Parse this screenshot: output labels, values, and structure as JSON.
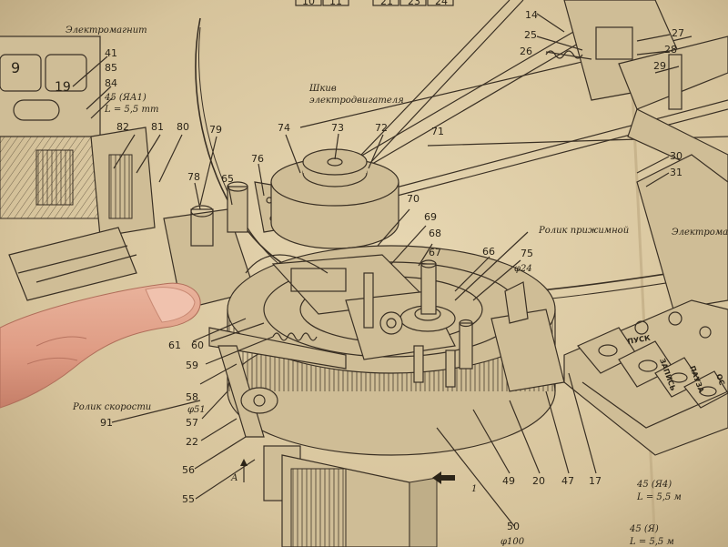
{
  "labels": {
    "elektromagnit_left": "Электромагнит",
    "elektromagnit_right": "Электромагнит",
    "shkiv_line1": "Шкив",
    "shkiv_line2": "электродвигателя",
    "rolik_prizhimnoy": "Ролик прижимной",
    "rolik_skorosti": "Ролик скорости",
    "ya1": "45 (ЯА1)",
    "ya1_len": "L = 5,5 mm",
    "ya4": "45 (Я4)",
    "ya4_len": "L = 5,5 м",
    "ya_bottom": "45 (Я)",
    "ya_bottom_len": "L = 5,5 м",
    "phi24": "φ24",
    "phi51": "φ51",
    "phi100": "φ100",
    "arrow_a": "А",
    "arrow_1": "1"
  },
  "buttons": [
    "ПУСК",
    "ЗАПИСЬ",
    "ПАУЗА",
    "ОС"
  ],
  "part_numbers": {
    "n10": "10",
    "n11": "11",
    "n21": "21",
    "n23": "23",
    "n24": "24",
    "n14": "14",
    "n25": "25",
    "n26": "26",
    "n27": "27",
    "n28": "28",
    "n29": "29",
    "n30": "30",
    "n31": "31",
    "n41": "41",
    "n85": "85",
    "n84": "84",
    "n82": "82",
    "n81": "81",
    "n80": "80",
    "n79": "79",
    "n78": "78",
    "n65": "65",
    "n76": "76",
    "n74": "74",
    "n73": "73",
    "n72": "72",
    "n71": "71",
    "n70": "70",
    "n69": "69",
    "n68": "68",
    "n67": "67",
    "n66": "66",
    "n75": "75",
    "n61": "61",
    "n60": "60",
    "n59": "59",
    "n58": "58",
    "n57": "57",
    "n22": "22",
    "n91": "91",
    "n56": "56",
    "n55": "55",
    "n49": "49",
    "n20": "20",
    "n47": "47",
    "n17": "17",
    "n50": "50",
    "n9": "9",
    "n19": "19"
  },
  "colors": {
    "paper": "#d9c7a0",
    "ink": "#3a3024",
    "skin": "#e3a68e"
  }
}
